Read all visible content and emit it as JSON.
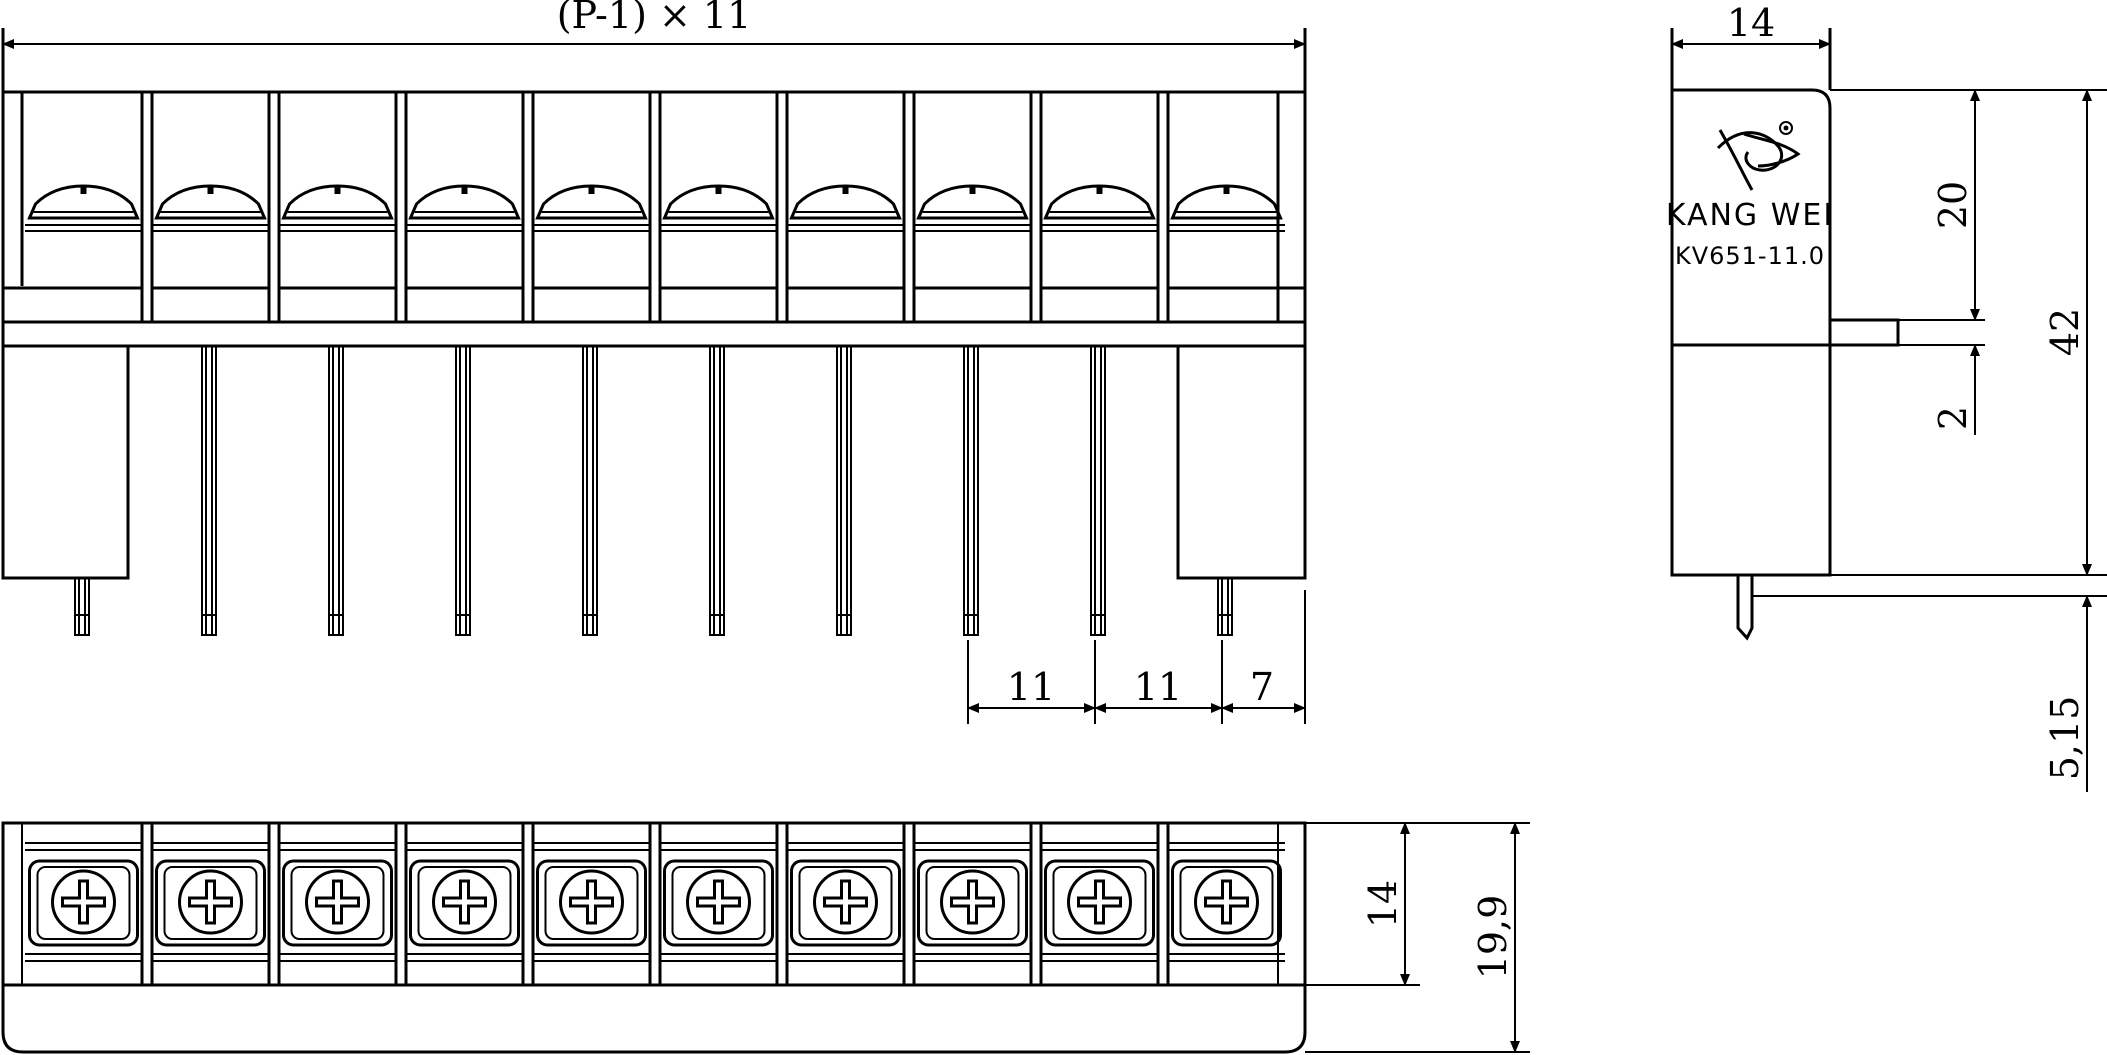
{
  "brand": {
    "name": "KANG WEI",
    "model": "KV651-11.0"
  },
  "drawing": {
    "front_view": {
      "pole_count": 10,
      "labels": {
        "overall_length": "(P-1) × 11",
        "pitch_a": "11",
        "pitch_b": "11",
        "end_offset": "7"
      }
    },
    "side_view": {
      "labels": {
        "depth": "14",
        "upper_height": "20",
        "step_height": "2",
        "total_height": "42",
        "pin_length": "5,15"
      }
    },
    "top_view": {
      "pole_count": 10,
      "labels": {
        "inner_width": "14",
        "outer_width": "19,9"
      }
    }
  }
}
